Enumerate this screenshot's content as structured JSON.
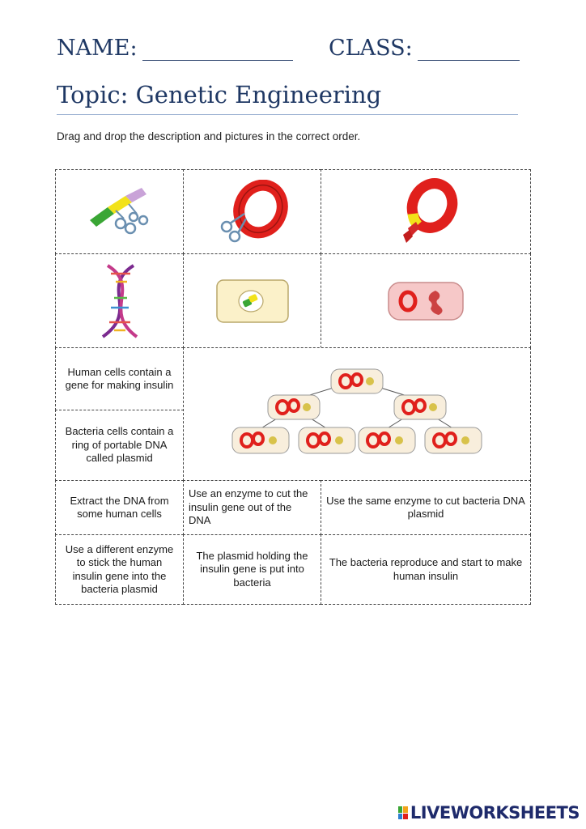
{
  "header": {
    "name_label": "NAME:",
    "class_label": "CLASS:",
    "topic": "Topic: Genetic Engineering"
  },
  "instructions": "Drag and drop the description and pictures in the correct order.",
  "pictures": [
    {
      "icon": "gene-cut-scissors-icon"
    },
    {
      "icon": "plasmid-scissors-icon"
    },
    {
      "icon": "plasmid-with-gene-icon"
    },
    {
      "icon": "dna-helix-icon"
    },
    {
      "icon": "human-cell-icon"
    },
    {
      "icon": "bacteria-cell-icon"
    },
    {
      "icon": "bacteria-reproduction-icon"
    }
  ],
  "descriptions": {
    "human_cells": "Human cells contain a gene for making insulin",
    "bacteria_cells": "Bacteria cells contain a ring of portable DNA called plasmid",
    "extract_dna": "Extract the DNA from some human cells",
    "cut_insulin": "Use an enzyme to cut the insulin gene out of the DNA",
    "cut_plasmid": "Use the same enzyme to cut bacteria DNA plasmid",
    "stick_gene": "Use a different enzyme to stick the human insulin gene into the bacteria plasmid",
    "plasmid_into_bacteria": "The plasmid holding the insulin gene is put into bacteria",
    "reproduce": "The bacteria reproduce and start to make human insulin"
  },
  "footer": {
    "logo_text": "LIVEWORKSHEETS"
  },
  "colors": {
    "heading": "#1f3864",
    "plasmid_red": "#e0201c",
    "gene_yellow": "#f2e21a",
    "gene_green": "#3aa635"
  }
}
